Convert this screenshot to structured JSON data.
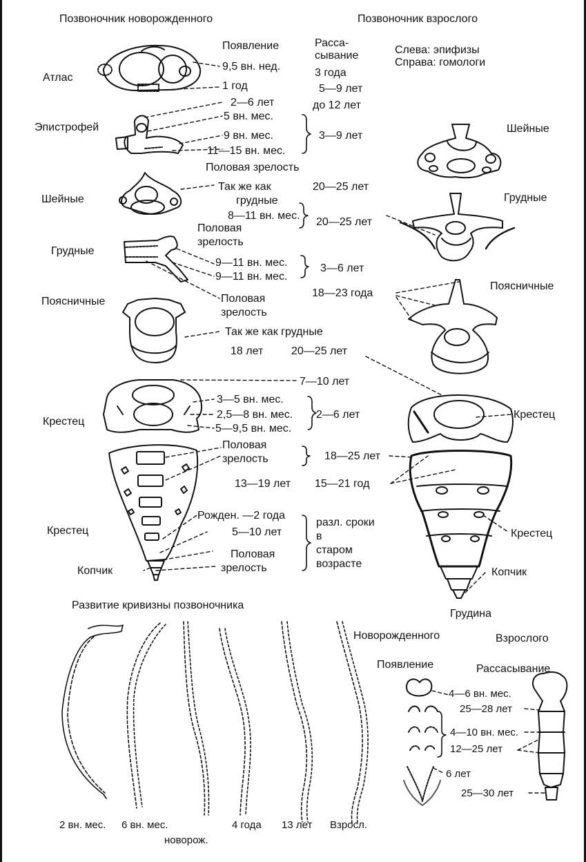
{
  "headers": {
    "newborn": "Позвоночник новорожденного",
    "adult": "Позвоночник взрослого"
  },
  "legend": {
    "left": "Слева: эпифизы",
    "right": "Справа: гомологи"
  },
  "columns": {
    "appearance": "Появление",
    "resorption_l1": "Расса-",
    "resorption_l2": "сывание"
  },
  "atlas": {
    "label": "Атлас",
    "app1": "9,5 вн. нед.",
    "app2": "1 год",
    "res1": "3 года",
    "res2": "5—9 лет",
    "res3": "до 12 лет"
  },
  "epistropheus": {
    "label": "Эпистрофей",
    "a1": "2—6 лет",
    "a2": "5 вн. мес.",
    "a3": "9 вн. мес.",
    "a4": "11—15 вн. мес.",
    "a5": "Половая зрелость",
    "res": "3—9 лет"
  },
  "cervical": {
    "label": "Шейные",
    "a1": "Так же как",
    "a2": "грудные",
    "res": "20—25 лет",
    "adult_label": "Шейные"
  },
  "thoracic": {
    "label": "Грудные",
    "a0": "8—11 вн. мес.",
    "a0b": "Половая",
    "a0c": "зрелость",
    "res0": "20—25 лет",
    "a1": "9—11 вн. мес.",
    "a2": "9—11 вн. мес.",
    "res": "3—6 лет",
    "a3": "Половая",
    "a4": "зрелость",
    "adult_label": "Грудные"
  },
  "lumbar": {
    "label": "Поясничные",
    "res18": "18—23 года",
    "a1": "Так же как грудные",
    "a2": "18 лет",
    "res2": "20—25 лет",
    "adult_label": "Поясничные"
  },
  "sacrum_top": {
    "label": "Крестец",
    "a0": "7—10 лет",
    "a1": "3—5 вн. мес.",
    "a2": "2,5—8 вн. мес.",
    "a3": "5—9,5 вн. мес.",
    "res": "2—6 лет",
    "adult_label": "Крестец"
  },
  "sacrum_bottom": {
    "label": "Крестец",
    "coccyx": "Копчик",
    "a1": "Половая",
    "a2": "зрелость",
    "res1": "18—25 лет",
    "a3": "13—19 лет",
    "res2": "15—21 год",
    "a4": "Рожден. —2 года",
    "a5": "5—10 лет",
    "a6": "Половая",
    "a7": "зрелость",
    "r1": "разл. сроки",
    "r2": "в",
    "r3": "старом",
    "r4": "возрасте",
    "adult_label": "Крестец",
    "adult_coccyx": "Копчик"
  },
  "curvature": {
    "title": "Развитие кривизны позвоночника",
    "s1": "2 вн. мес.",
    "s2": "6 вн. мес.",
    "s2b": "новорож.",
    "s3": "4 года",
    "s4": "13 лет",
    "s5": "Взросл.",
    "newborn": "Новорожденного"
  },
  "sternum": {
    "title": "Грудина",
    "adult": "Взрослого",
    "appearance": "Появление",
    "resorption": "Рассасывание",
    "a1": "4—6 вн. мес.",
    "a2": "25—28 лет",
    "a3": "4—10 вн. мес.",
    "a4": "12—25 лет",
    "a5": "6 лет",
    "a6": "25—30 лет"
  }
}
